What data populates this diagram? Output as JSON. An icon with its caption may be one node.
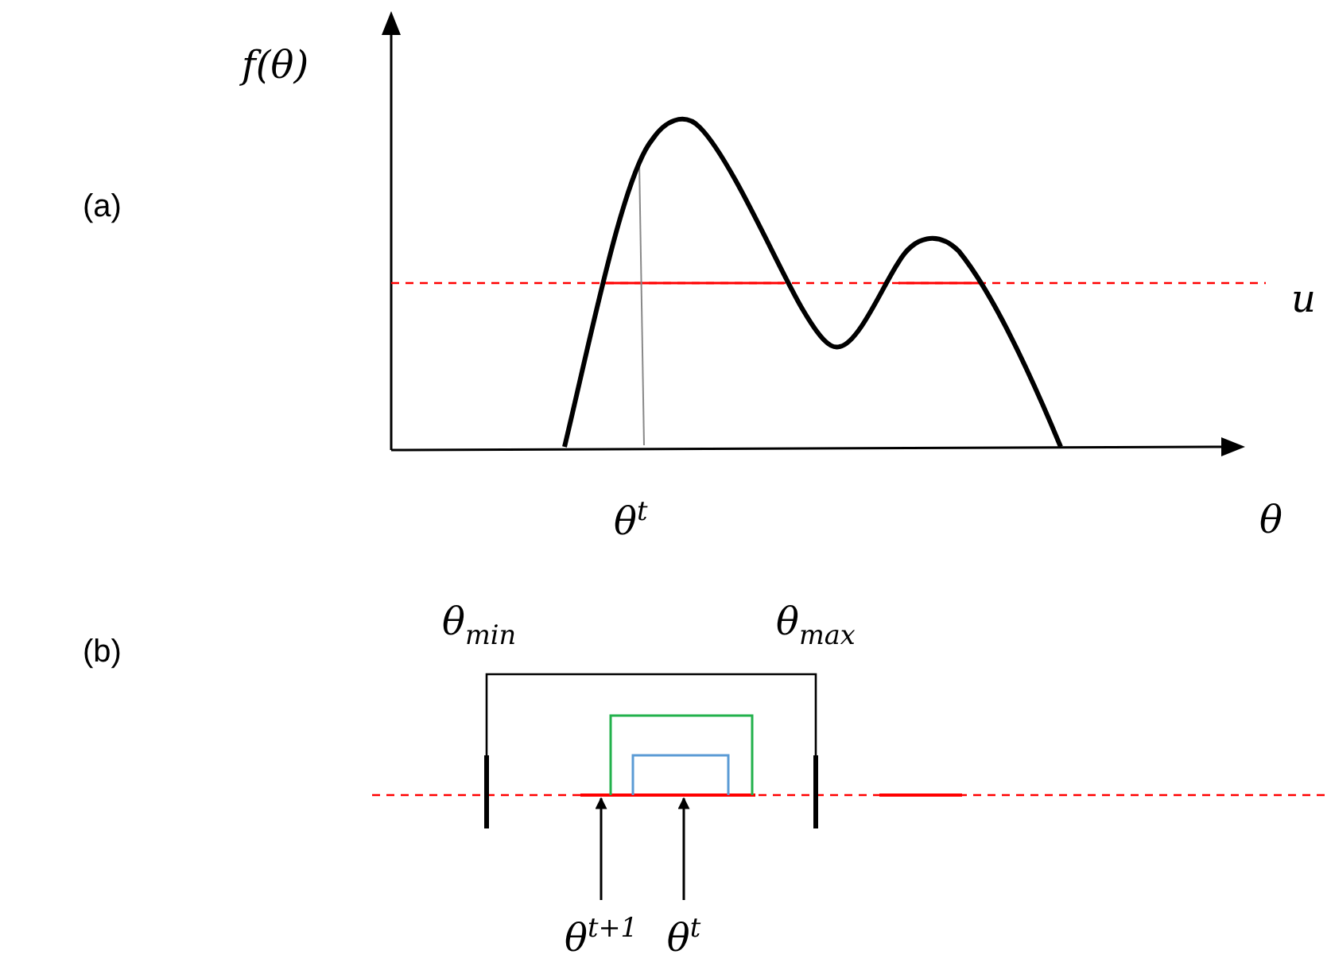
{
  "diagram": {
    "nodes": [
      {
        "text": [
          "θ$^{t+1}$"
        ]
      },
      {
        "text": [
          "θ$^{t}$"
        ]
      },
      {
        "text": [],
        "shape": "bar"
      }
    ],
    "edges": [
      {
        "from": 0,
        "to": 2,
        "arrow": "to"
      },
      {
        "from": 1,
        "to": 2,
        "arrow": "to"
      }
    ],
    "labels": [
      "f(θ)",
      "(a)",
      "u",
      "θ$^{t}$",
      "θ",
      "θ$_{min}$",
      "θ$_{max}$",
      "(b)"
    ]
  }
}
